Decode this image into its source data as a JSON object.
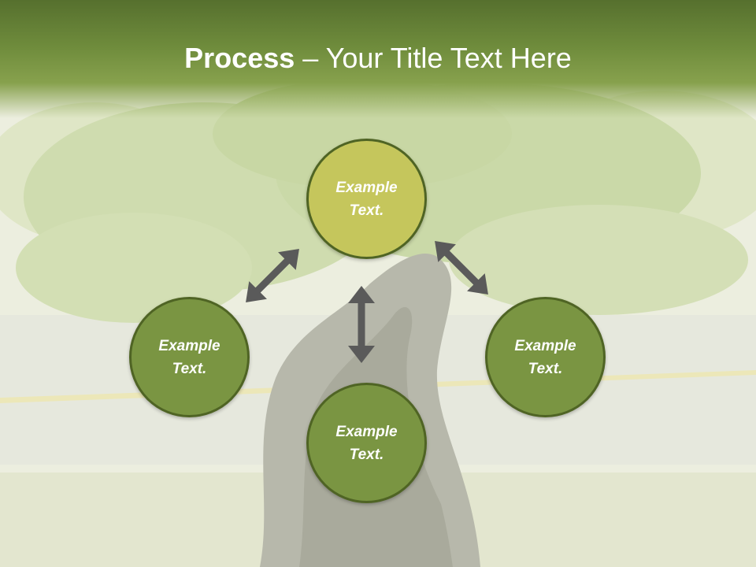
{
  "title": {
    "bold": "Process",
    "rest": " – Your Title Text Here"
  },
  "nodes": {
    "top": {
      "line1": "Example",
      "line2": "Text."
    },
    "left": {
      "line1": "Example",
      "line2": "Text."
    },
    "right": {
      "line1": "Example",
      "line2": "Text."
    },
    "bottom": {
      "line1": "Example",
      "line2": "Text."
    }
  },
  "colors": {
    "title_bar": "#6f8c3c",
    "node_highlight": "#c5c65c",
    "node_fill": "#7a9542",
    "node_border": "#4f6424",
    "arrow": "#5a5a5a"
  }
}
